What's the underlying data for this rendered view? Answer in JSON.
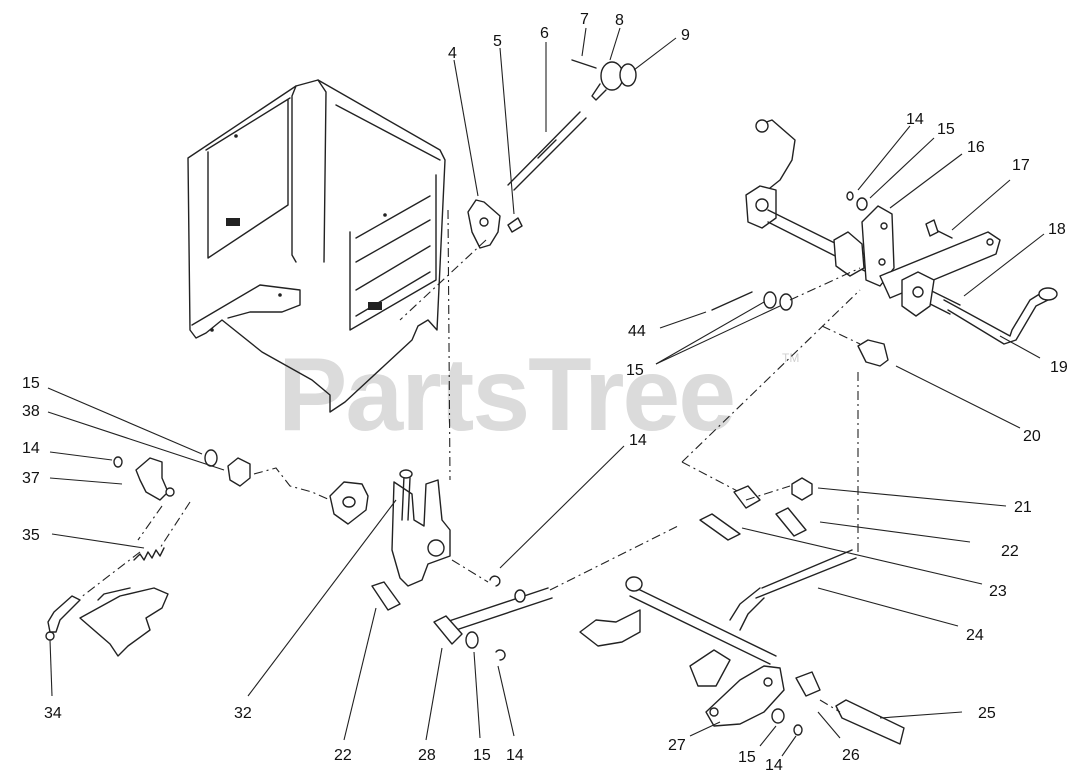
{
  "watermark": {
    "text": "PartsTree",
    "mark": "TM"
  },
  "callouts": [
    "4",
    "5",
    "6",
    "7",
    "8",
    "9",
    "14",
    "15",
    "16",
    "17",
    "18",
    "44",
    "15",
    "19",
    "20",
    "15",
    "38",
    "14",
    "37",
    "35",
    "14",
    "21",
    "22",
    "23",
    "24",
    "34",
    "32",
    "22",
    "28",
    "15",
    "14",
    "25",
    "27",
    "15",
    "26",
    "14"
  ]
}
